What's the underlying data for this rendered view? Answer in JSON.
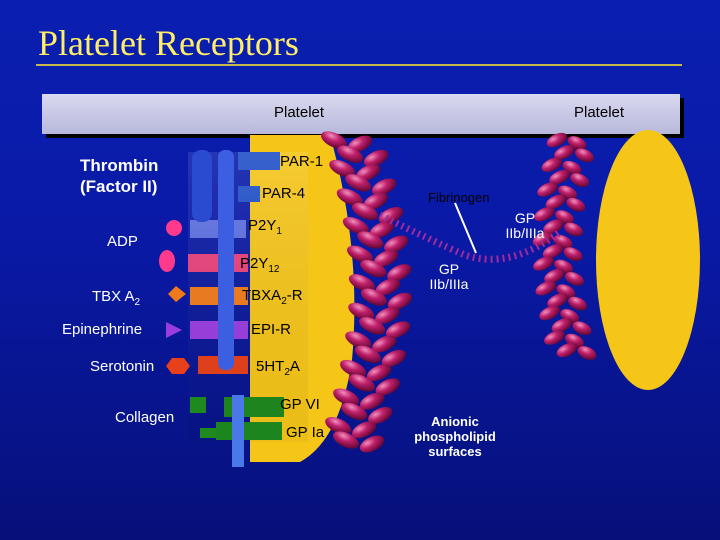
{
  "slide": {
    "title": "Platelet Receptors",
    "platelet_left_label": "Platelet",
    "platelet_right_label": "Platelet",
    "colors": {
      "background": "#0a1fb0",
      "title": "#ffee66",
      "platelet": "#f5c518",
      "membrane": "#cc2a6f"
    }
  },
  "ligands": [
    {
      "id": "thrombin",
      "line1": "Thrombin",
      "line2": "(Factor II)"
    },
    {
      "id": "adp",
      "label": "ADP"
    },
    {
      "id": "tbxa2",
      "label": "TBX A",
      "sub": "2"
    },
    {
      "id": "epinephrine",
      "label": "Epinephrine"
    },
    {
      "id": "serotonin",
      "label": "Serotonin"
    },
    {
      "id": "collagen",
      "label": "Collagen"
    }
  ],
  "receptors": [
    {
      "id": "par1",
      "label": "PAR-1"
    },
    {
      "id": "par4",
      "label": "PAR-4"
    },
    {
      "id": "p2y1",
      "label": "P2Y",
      "sub": "1"
    },
    {
      "id": "p2y12",
      "label": "P2Y",
      "sub": "12"
    },
    {
      "id": "tbxa2r",
      "label": "TBXA",
      "sub": "2",
      "suffix": "-R"
    },
    {
      "id": "epir",
      "label": "EPI-R"
    },
    {
      "id": "5ht2a",
      "label": "5HT",
      "sub": "2",
      "suffix": "A"
    },
    {
      "id": "gpvi",
      "label": "GP VI"
    },
    {
      "id": "gpia",
      "label": "GP Ia"
    }
  ],
  "bridge": {
    "fibrinogen": "Fibrinogen",
    "gp_left_line1": "GP",
    "gp_left_line2": "IIb/IIIa",
    "gp_right_line1": "GP",
    "gp_right_line2": "IIb/IIIa",
    "anionic_line1": "Anionic",
    "anionic_line2": "phospholipid",
    "anionic_line3": "surfaces"
  }
}
